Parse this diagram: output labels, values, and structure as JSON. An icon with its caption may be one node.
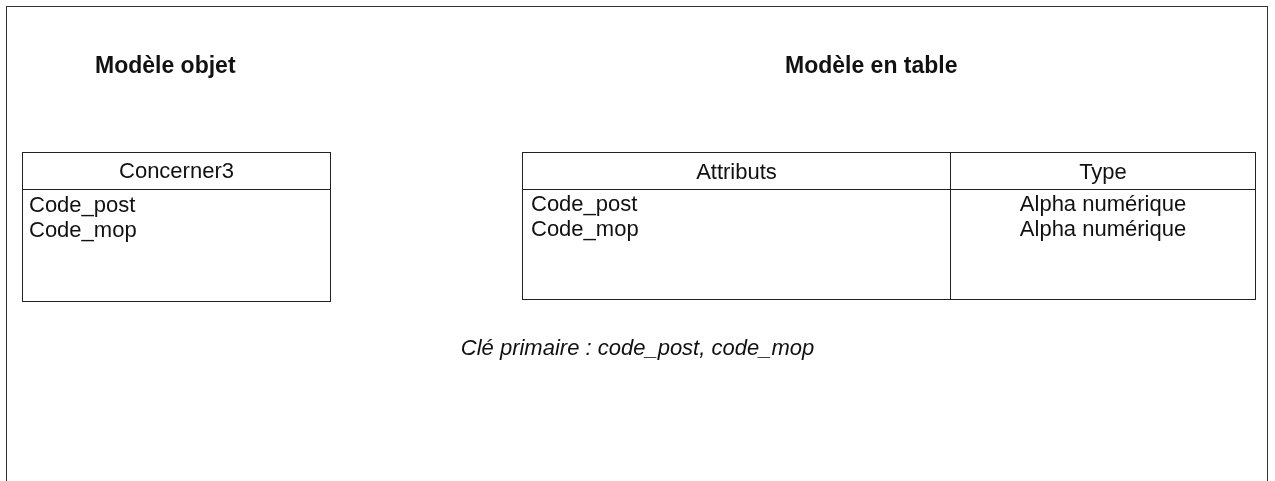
{
  "diagram": {
    "nodes": [
      {
        "text": [
          "Concerner3",
          "Code_post",
          "Code_mop"
        ]
      }
    ],
    "labels": [
      "Modèle objet",
      "Modèle en table",
      "Attributs",
      "Type",
      "Code_post",
      "Alpha numérique",
      "Code_mop",
      "Alpha numérique",
      "Clé primaire : code_post, code_mop"
    ]
  }
}
